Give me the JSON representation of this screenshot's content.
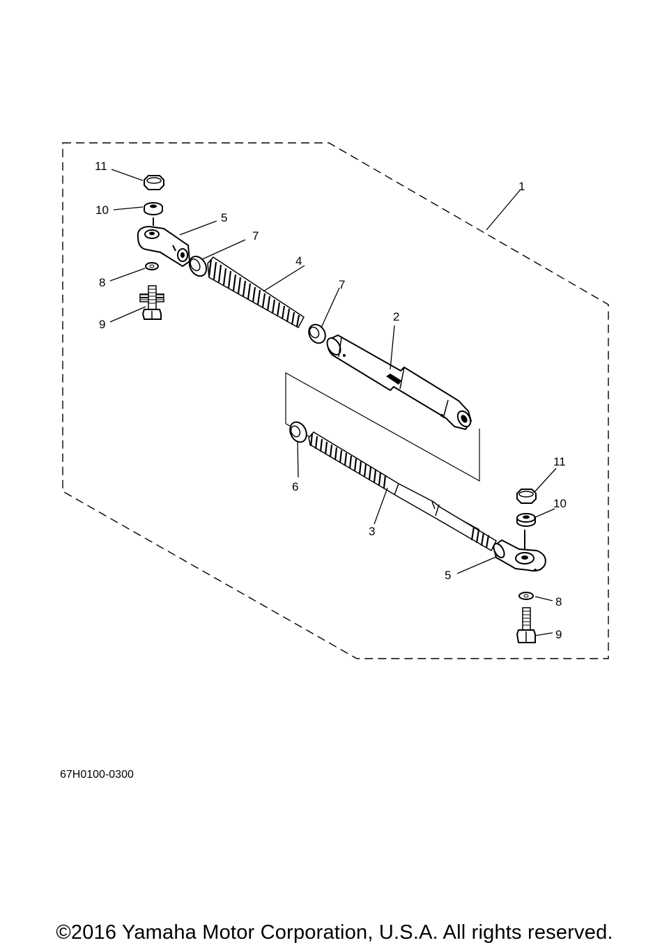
{
  "diagram_code": "67H0100-0300",
  "copyright": "©2016 Yamaha Motor Corporation, U.S.A. All rights reserved.",
  "callouts": {
    "c1": "1",
    "c2": "2",
    "c3": "3",
    "c4": "4",
    "c5_top": "5",
    "c5_bottom": "5",
    "c6": "6",
    "c7_left": "7",
    "c7_right": "7",
    "c8_top": "8",
    "c8_bottom": "8",
    "c9_top": "9",
    "c9_bottom": "9",
    "c10_top": "10",
    "c10_bottom": "10",
    "c11_top": "11",
    "c11_bottom": "11"
  }
}
